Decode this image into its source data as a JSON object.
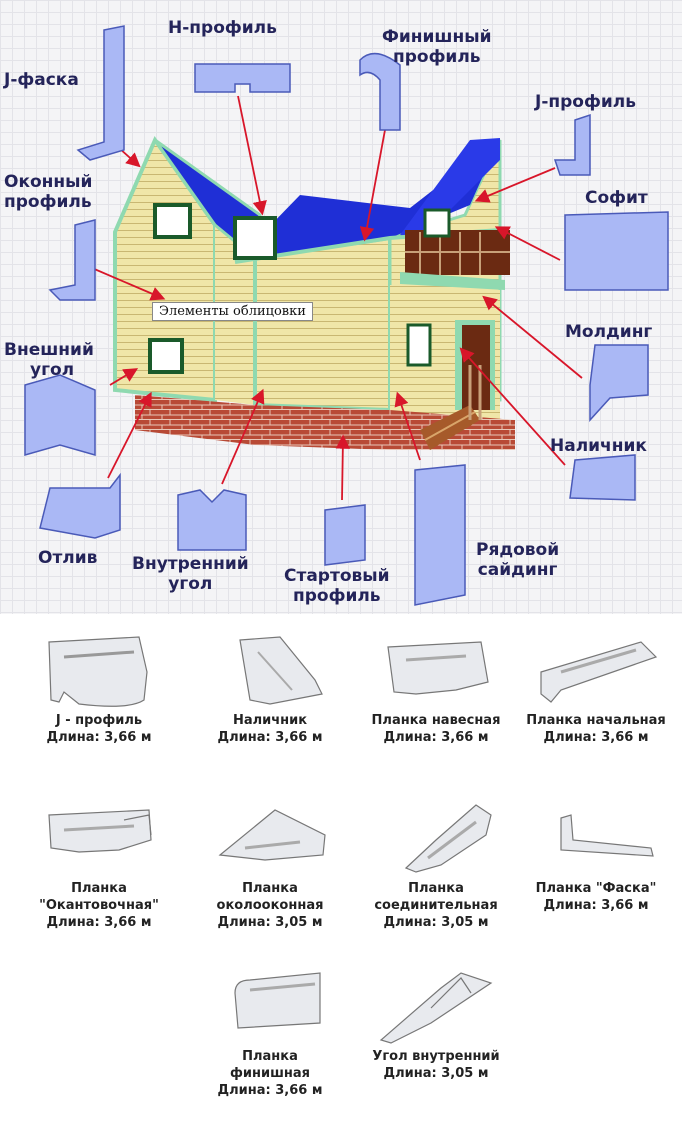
{
  "diagram": {
    "center_label": "Элементы облицовки",
    "labels": {
      "j_faska": "J-фаска",
      "h_profile": "H-профиль",
      "finish_line1": "Финишный",
      "finish_line2": "профиль",
      "j_profile": "J-профиль",
      "window_line1": "Оконный",
      "window_line2": "профиль",
      "soffit": "Софит",
      "outer_line1": "Внешний",
      "outer_line2": "угол",
      "molding": "Молдинг",
      "trim": "Наличник",
      "drip": "Отлив",
      "inner_line1": "Внутренний",
      "inner_line2": "угол",
      "starter_line1": "Стартовый",
      "starter_line2": "профиль",
      "siding_line1": "Рядовой",
      "siding_line2": "сайдинг"
    },
    "colors": {
      "roof": "#1f2fd6",
      "wall": "#f0e6a8",
      "brick": "#b84a36",
      "trim": "#8fd9b0",
      "arrow": "#d8162a",
      "profile": "#aab8f5",
      "label": "#24245a"
    }
  },
  "catalog": {
    "items": [
      {
        "name": "J - профиль",
        "length": "Длина: 3,66 м"
      },
      {
        "name": "Наличник",
        "length": "Длина: 3,66 м"
      },
      {
        "name": "Планка навесная",
        "length": "Длина: 3,66 м"
      },
      {
        "name": "Планка начальная",
        "length": "Длина: 3,66 м"
      },
      {
        "name_line1": "Планка",
        "name_line2": "\"Окантовочная\"",
        "length": "Длина: 3,66 м"
      },
      {
        "name_line1": "Планка",
        "name_line2": "околооконная",
        "length": "Длина: 3,05 м"
      },
      {
        "name_line1": "Планка",
        "name_line2": "соединительная",
        "length": "Длина: 3,05 м"
      },
      {
        "name": "Планка \"Фаска\"",
        "length": "Длина: 3,66 м"
      },
      {
        "name_line1": "Планка",
        "name_line2": "финишная",
        "length": "Длина: 3,66 м"
      },
      {
        "name": "Угол внутренний",
        "length": "Длина: 3,05 м"
      }
    ]
  }
}
